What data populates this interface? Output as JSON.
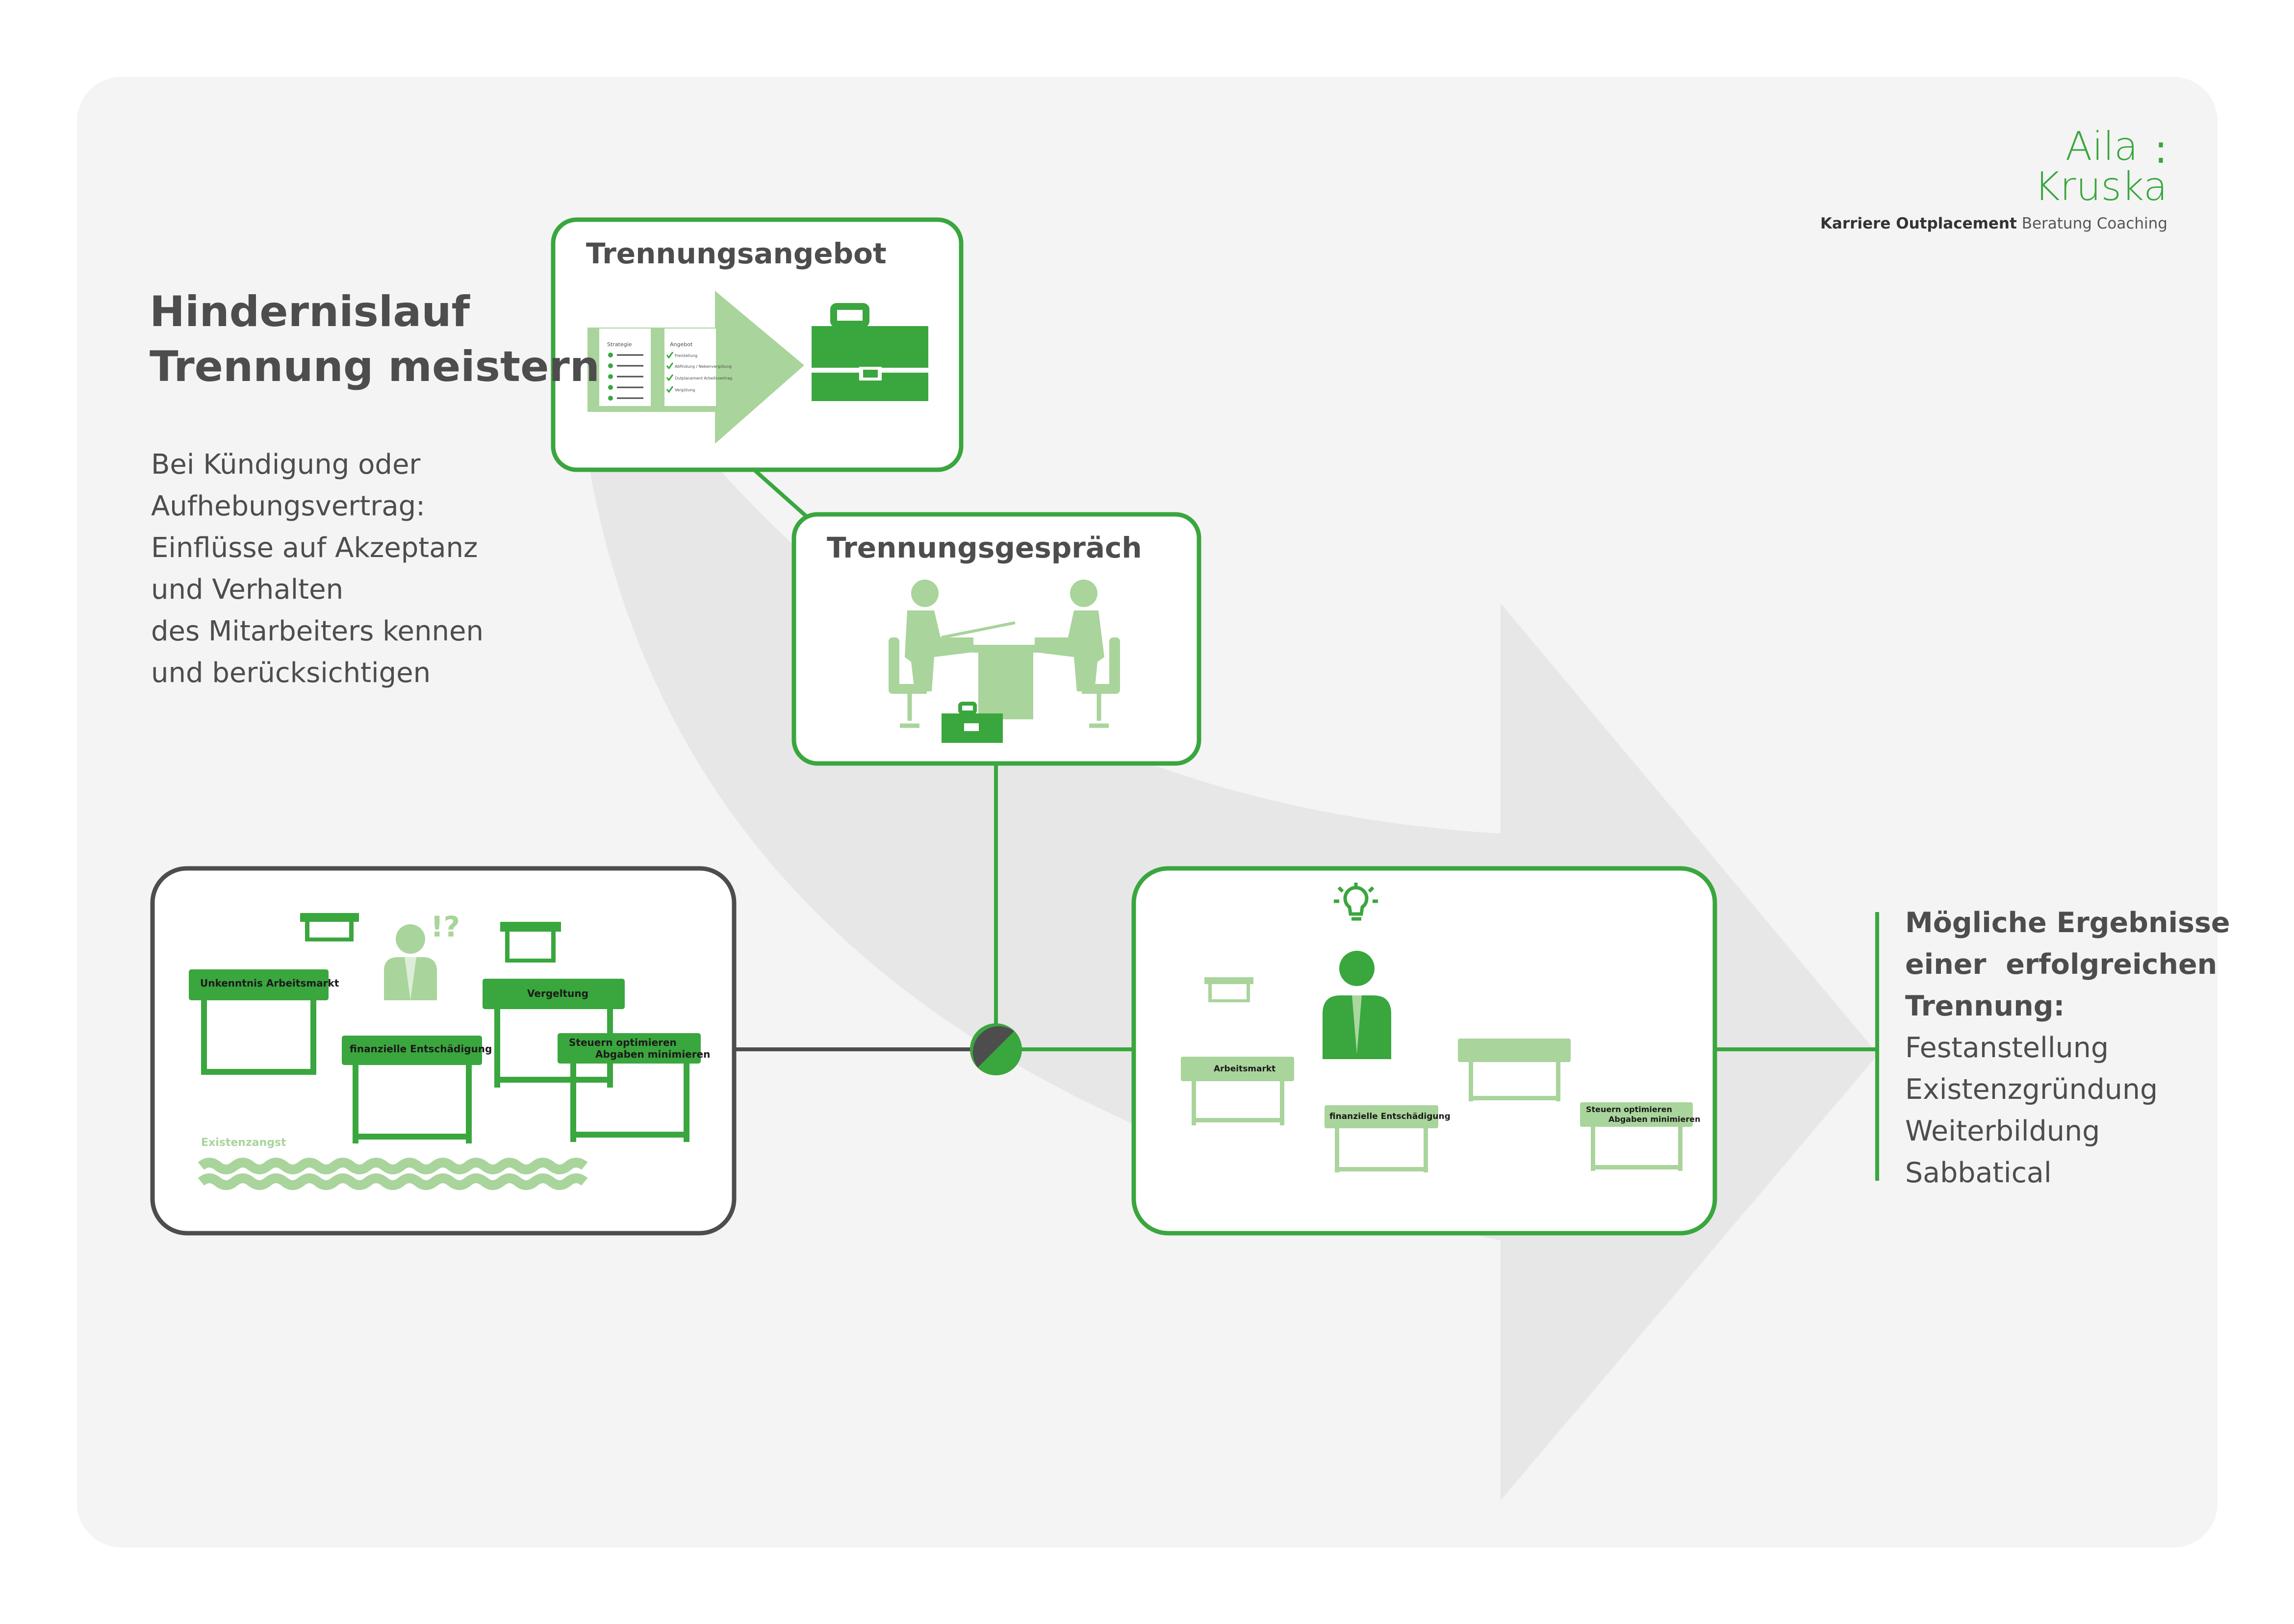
{
  "title": {
    "line1": "Hindernislauf",
    "line2": "Trennung meistern"
  },
  "intro": [
    "Bei Kündigung oder",
    "Aufhebungsvertrag:",
    "Einflüsse auf Akzeptanz",
    "und Verhalten",
    "des Mitarbeiters kennen",
    "und berücksichtigen"
  ],
  "brand": {
    "line1": "Aila",
    "line2": "Kruska",
    "colon": ":",
    "tagline_bold": "Karriere Outplacement",
    "tagline_rest": "Beratung Coaching"
  },
  "cards": {
    "angebot": {
      "title": "Trennungsangebot",
      "doc_left_heading": "Strategie",
      "doc_right_heading": "Angebot",
      "doc_right_items": [
        "Freistellung",
        "Abfindung / Nebenvergütung",
        "Outplacement Arbeitsvertrag",
        "Vergütung"
      ]
    },
    "gespraech": {
      "title": "Trennungsgespräch"
    },
    "before": {
      "hurdles": [
        "Unkenntnis Arbeitsmarkt",
        "finanzielle Entschädigung",
        "Vergeltung",
        "Steuern optimieren",
        "Abgaben minimieren"
      ],
      "punct": "!?",
      "existenzangst": "Existenzangst"
    },
    "after": {
      "hurdles": [
        "Arbeitsmarkt",
        "finanzielle Entschädigung",
        "Steuern optimieren",
        "Abgaben minimieren"
      ]
    }
  },
  "results": {
    "heading": [
      "Mögliche Ergebnisse",
      "einer  erfolgreichen",
      "Trennung:"
    ],
    "items": [
      "Festanstellung",
      "Existenzgründung",
      "Weiterbildung",
      "Sabbatical"
    ]
  },
  "colors": {
    "green": "#3aa63e",
    "light_green": "#a9d49b",
    "pale_green": "#c5e3b9",
    "dark_grey": "#4d4d4d",
    "panel_bg": "#f4f4f4",
    "arrow_grey": "#e7e7e7"
  }
}
